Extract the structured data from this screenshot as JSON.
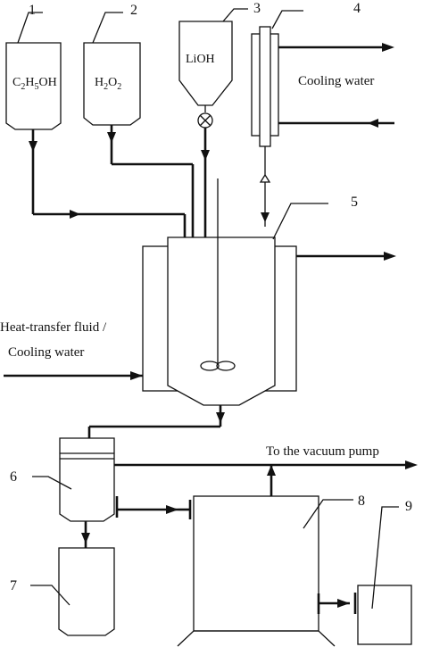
{
  "components": {
    "vessel_1": {
      "number": "1",
      "chemical": {
        "a": "C",
        "s1": "2",
        "b": "H",
        "s2": "5",
        "c": "OH"
      }
    },
    "vessel_2": {
      "number": "2",
      "chemical": {
        "a": "H",
        "s1": "2",
        "b": "O",
        "s2": "2"
      }
    },
    "vessel_3": {
      "number": "3",
      "chemical": "LiOH"
    },
    "condenser_4": {
      "number": "4"
    },
    "reactor_5": {
      "number": "5"
    },
    "separator_6": {
      "number": "6"
    },
    "receiver_7": {
      "number": "7"
    },
    "unit_8": {
      "number": "8"
    },
    "unit_9": {
      "number": "9"
    }
  },
  "labels": {
    "cooling_water_top": "Cooling water",
    "heat_transfer_line1": "Heat-transfer fluid /",
    "heat_transfer_line2": "Cooling water",
    "vacuum_pump": "To the vacuum pump"
  }
}
